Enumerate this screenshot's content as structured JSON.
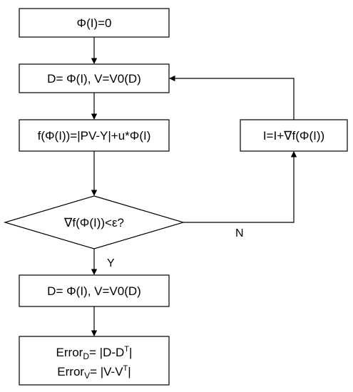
{
  "nodes": {
    "init": {
      "text": "Φ(I)=0"
    },
    "assign1": {
      "text": "D= Φ(I), V=V0(D)"
    },
    "objective": {
      "text": "f(Φ(I))=|PV-Y|+u*Φ(I)"
    },
    "decision": {
      "text": "∇f(Φ(I))<ε?"
    },
    "update": {
      "text": "I=I+∇f(Φ(I))"
    },
    "assign2": {
      "text": "D= Φ(I), V=V0(D)"
    },
    "error": {
      "line1_prefix": "Error",
      "line1_sub": "D",
      "line1_mid": "= |D-D",
      "line1_sup": "T",
      "line1_end": "|",
      "line2_prefix": "Error",
      "line2_sub": "V",
      "line2_mid": "= |V-V",
      "line2_sup": "T",
      "line2_end": "|"
    }
  },
  "edges": {
    "no_label": "N",
    "yes_label": "Y"
  }
}
